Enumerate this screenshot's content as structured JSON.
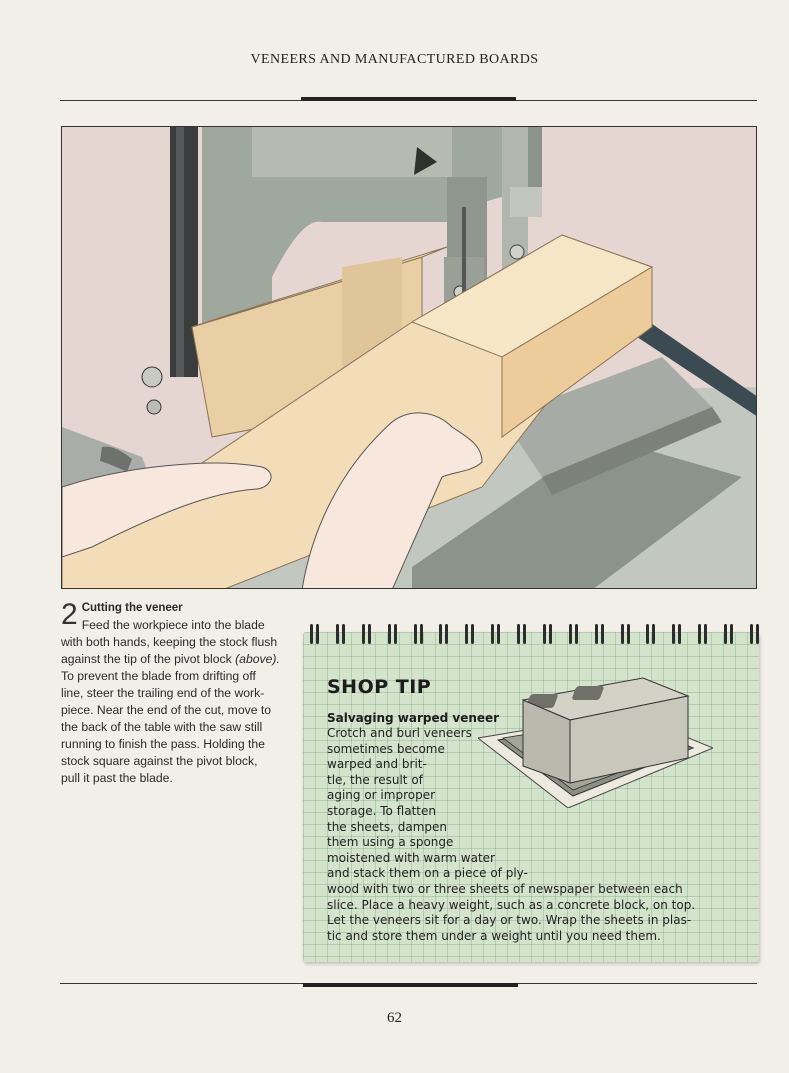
{
  "header": {
    "running_title": "VENEERS AND MANUFACTURED BOARDS"
  },
  "step": {
    "number": "2",
    "title": "Cutting the veneer",
    "lines": [
      "Feed the workpiece into the blade",
      "with both hands, keeping the stock flush",
      "against the tip of the pivot block",
      "To prevent the blade from drifting off",
      "line, steer the trailing end of the work-",
      "piece. Near the end of the cut, move to",
      "the back of the table with the saw still",
      "running to finish the pass. Holding the",
      "stock square against the pivot block,",
      "pull it past the blade."
    ],
    "italic_ref": "(above)."
  },
  "shop_tip": {
    "heading": "SHOP TIP",
    "subheading": "Salvaging warped veneer",
    "lines": [
      "Crotch and burl veneers",
      "sometimes become",
      "warped and brit-",
      "tle, the result of",
      "aging or improper",
      "storage. To flatten",
      "the sheets, dampen",
      "them using a sponge",
      "moistened with warm water",
      "and stack them on a piece of ply-",
      "wood with two or three sheets of newspaper between each",
      "slice. Place a heavy weight, such as a concrete block, on top.",
      "Let the veneers sit for a day or two. Wrap the sheets in plas-",
      "tic and store them under a weight until you need them."
    ]
  },
  "footer": {
    "page_number": "62"
  },
  "colors": {
    "paper": "#f2efe8",
    "tip_green": "#d3e3cc",
    "wood": "#ecd3a8",
    "machine": "#9aa398"
  }
}
